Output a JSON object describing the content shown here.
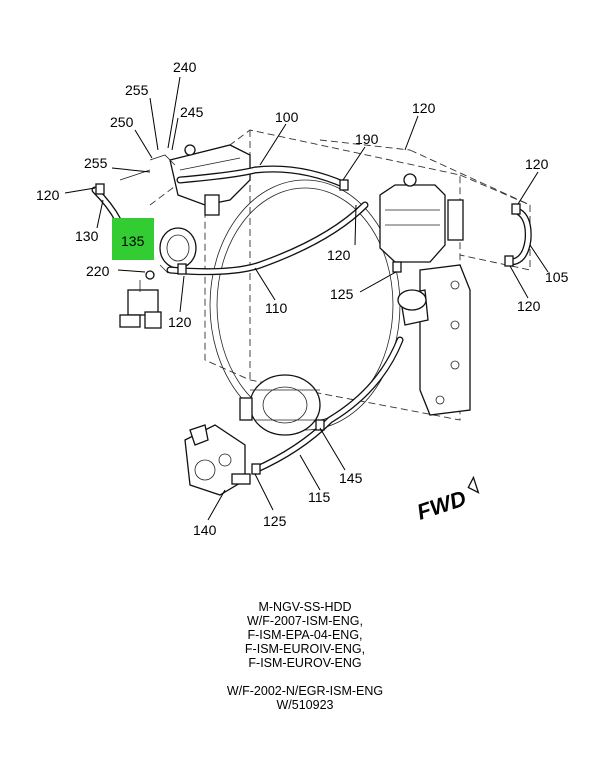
{
  "callouts": {
    "c240": "240",
    "c255a": "255",
    "c245": "245",
    "c250": "250",
    "c255b": "255",
    "c100": "100",
    "c120_top": "120",
    "c190": "190",
    "c120_left": "120",
    "c130": "130",
    "c135": "135",
    "c120_mid": "120",
    "c120_right": "120",
    "c220": "220",
    "c125_mid": "125",
    "c105": "105",
    "c120_fr": "120",
    "c120_low": "120",
    "c110": "110",
    "c145": "145",
    "c115": "115",
    "c140": "140",
    "c125_bot": "125"
  },
  "fwd_label": "FWD",
  "highlight_color": "#33cc33",
  "caption_lines_1": [
    "M-NGV-SS-HDD",
    "W/F-2007-ISM-ENG,",
    "F-ISM-EPA-04-ENG,",
    "F-ISM-EUROIV-ENG,",
    "F-ISM-EUROV-ENG"
  ],
  "caption_lines_2": [
    "W/F-2002-N/EGR-ISM-ENG",
    "W/510923"
  ]
}
